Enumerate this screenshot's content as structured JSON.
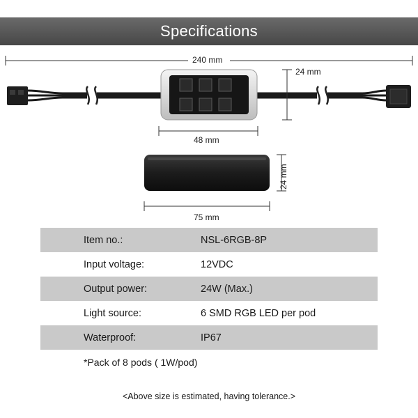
{
  "header": {
    "title": "Specifications"
  },
  "dimensions": {
    "total_length": "240 mm",
    "pod_height": "24 mm",
    "pod_width": "48 mm",
    "bar_height": "24 mm",
    "bar_length": "75 mm"
  },
  "specs": [
    {
      "label": "Item no.:",
      "value": "NSL-6RGB-8P"
    },
    {
      "label": "Input voltage:",
      "value": "12VDC"
    },
    {
      "label": "Output power:",
      "value": "24W (Max.)"
    },
    {
      "label": "Light source:",
      "value": "6 SMD RGB LED per pod"
    },
    {
      "label": "Waterproof:",
      "value": "IP67"
    }
  ],
  "note": "*Pack of 8 pods ( 1W/pod)",
  "tolerance": "<Above size is estimated, having tolerance.>",
  "colors": {
    "header": "#555555",
    "row_shade": "#c9c9c9"
  }
}
